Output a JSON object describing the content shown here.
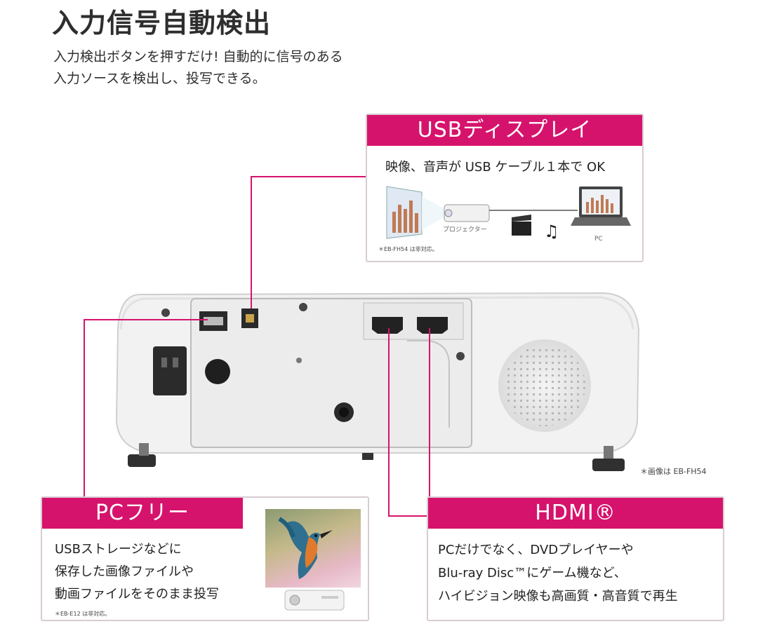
{
  "title": "入力信号自動検出",
  "intro": {
    "line1": "入力検出ボタンを押すだけ! 自動的に信号のある",
    "line2": "入力ソースを検出し、投写できる。"
  },
  "usb_display": {
    "heading": "USBディスプレイ",
    "description": "映像、音声が USB ケーブル１本で OK",
    "projector_label": "プロジェクター",
    "pc_label": "PC",
    "note": "＊EB-FH54 は非対応。"
  },
  "image_caption": "＊画像は EB-FH54",
  "pc_free": {
    "heading": "PCフリー",
    "lines": [
      "USBストレージなどに",
      "保存した画像ファイルや",
      "動画ファイルをそのまま投写"
    ],
    "note": "＊EB-E12 は非対応。"
  },
  "hdmi": {
    "heading": "HDMI®",
    "lines": [
      "PCだけでなく、DVDプレイヤーや",
      "Blu-ray Disc™にゲーム機など、",
      "ハイビジョン映像も高画質・高音質で再生"
    ]
  },
  "colors": {
    "accent": "#d6136c",
    "line": "#d6136c"
  }
}
